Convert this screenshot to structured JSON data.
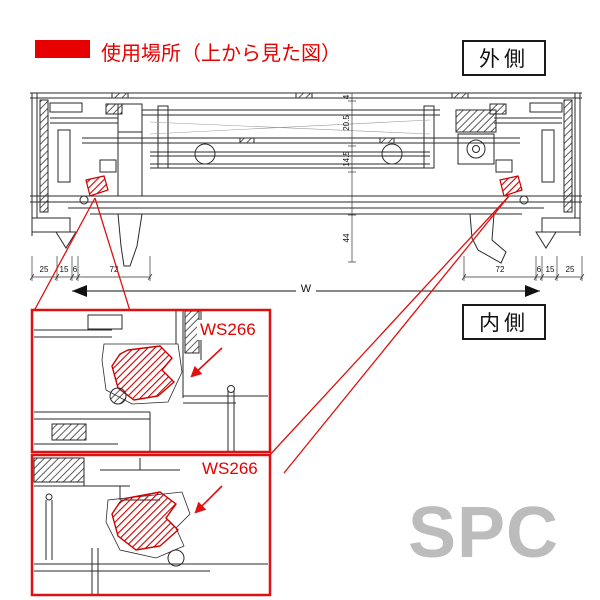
{
  "legend": {
    "label": "使用場所（上から見た図）",
    "swatch_color": "#e60000"
  },
  "side_labels": {
    "outside": "外側",
    "inside": "内側"
  },
  "detail_callouts": [
    {
      "label": "WS266"
    },
    {
      "label": "WS266"
    }
  ],
  "dimensions": {
    "bottom": [
      "25",
      "15",
      "6",
      "72",
      "72",
      "6",
      "15",
      "25"
    ],
    "width_label": "W",
    "vertical": [
      "4",
      "20.5",
      "14.5",
      "44"
    ]
  },
  "watermark": "SPC",
  "colors": {
    "accent_red": "#e60000",
    "callout_red": "#dd1111",
    "seal_hatch_red": "#cc0000",
    "line": "#2a2a2a",
    "watermark_gray": "#bcbcbc"
  }
}
